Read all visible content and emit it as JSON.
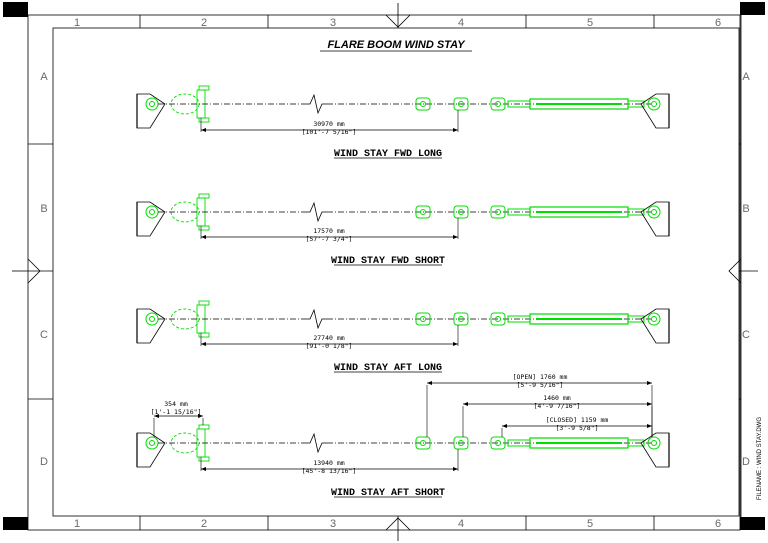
{
  "drawing_title": "FLARE BOOM WIND STAY",
  "side_label": "FILENAME : WIND STAY.DWG",
  "grid_columns": [
    "1",
    "2",
    "3",
    "4",
    "5",
    "6"
  ],
  "grid_rows": [
    "A",
    "B",
    "C",
    "D"
  ],
  "colors": {
    "hardware": "#00dd00",
    "line": "#000000",
    "border": "#000000",
    "grid_text": "#6a6a6a"
  },
  "assemblies": [
    {
      "label": "WIND STAY FWD LONG",
      "length_mm": "30970 mm",
      "length_ftin": "[101'-7 5/16\"]"
    },
    {
      "label": "WIND STAY FWD SHORT",
      "length_mm": "17570 mm",
      "length_ftin": "[57'-7 3/4\"]"
    },
    {
      "label": "WIND STAY AFT LONG",
      "length_mm": "27740 mm",
      "length_ftin": "[91'-0 1/8\"]"
    },
    {
      "label": "WIND STAY AFT SHORT",
      "length_mm": "13940 mm",
      "length_ftin": "[45'-8 13/16\"]",
      "end_fitting_mm": "354 mm",
      "end_fitting_ftin": "[1'-1 15/16\"]",
      "open_mm": "[OPEN] 1760 mm",
      "open_ftin": "[5'-9 5/16\"]",
      "mid_mm": "1460 mm",
      "mid_ftin": "[4'-9 7/16\"]",
      "closed_mm": "[CLOSED] 1159 mm",
      "closed_ftin": "[3'-9 5/8\"]"
    }
  ]
}
